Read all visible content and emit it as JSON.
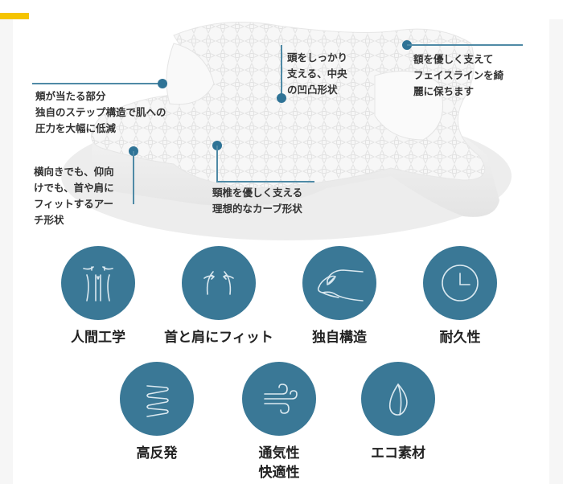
{
  "theme": {
    "accent_bar_color": "#f5c400",
    "icon_circle_color": "#3a7896",
    "callout_line_color": "#4f8aa6",
    "callout_dot_color": "#2f7396",
    "text_color": "#222222"
  },
  "hero": {
    "image": "pillow-product-illustration",
    "callouts": [
      {
        "id": "cheek",
        "lines": [
          "頬が当たる部分",
          "独自のステップ構造で肌への",
          "圧力を大幅に低減"
        ]
      },
      {
        "id": "head",
        "lines": [
          "頭をしっかり",
          "支える、中央",
          "の凹凸形状"
        ]
      },
      {
        "id": "forehead",
        "lines": [
          "額を優しく支えて",
          "フェイスラインを綺",
          "麗に保ちます"
        ]
      },
      {
        "id": "side",
        "lines": [
          "横向きでも、仰向",
          "けでも、首や肩に",
          "フィットするアー",
          "チ形状"
        ]
      },
      {
        "id": "neck",
        "lines": [
          "頸椎を優しく支える",
          "理想的なカーブ形状"
        ]
      }
    ]
  },
  "features": [
    {
      "icon": "spine-icon",
      "label": "人間工学"
    },
    {
      "icon": "shoulders-icon",
      "label": "首と肩にフィット"
    },
    {
      "icon": "pillow-structure-icon",
      "label": "独自構造"
    },
    {
      "icon": "clock-icon",
      "label": "耐久性"
    },
    {
      "icon": "spring-icon",
      "label": "高反発"
    },
    {
      "icon": "wind-icon",
      "label": "通気性\n快適性"
    },
    {
      "icon": "leaf-icon",
      "label": "エコ素材"
    }
  ]
}
